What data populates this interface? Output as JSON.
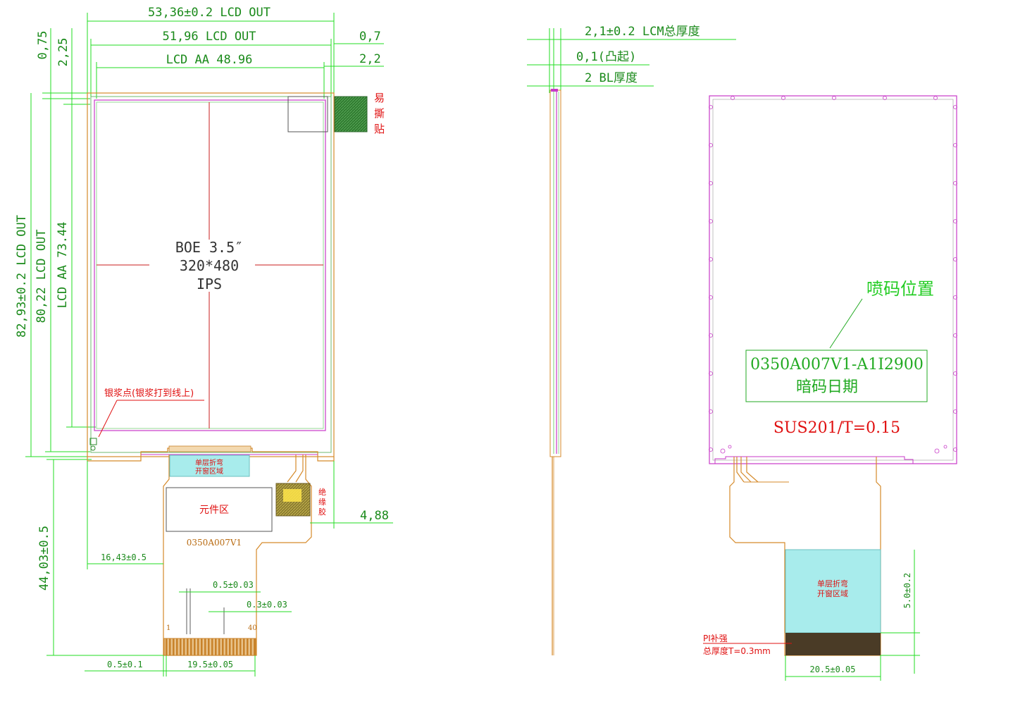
{
  "front_view": {
    "dims": {
      "width_outer": "53,36±0.2  LCD OUT",
      "width_lcd": "51,96 LCD OUT",
      "width_aa": "LCD AA 48.96",
      "offset_right_1": "0,7",
      "offset_right_2": "2,2",
      "offset_top_1": "0,75",
      "offset_top_2": "2,25",
      "height_outer": "82,93±0.2 LCD OUT",
      "height_lcd": "80,22 LCD OUT",
      "height_aa": "LCD AA 73.44",
      "fpc_length": "44,03±0.5",
      "fpc_right": "4,88",
      "fpc_offset": "16,43±0.5",
      "pin_width": "0.5±0.03",
      "pin_gap": "0.3±0.03",
      "pin_edge": "0.5±0.1",
      "pin_span": "19.5±0.05"
    },
    "panel_text": {
      "line1": "BOE 3.5″",
      "line2": "320*480",
      "line3": "IPS"
    },
    "labels": {
      "tear_tab_1": "易",
      "tear_tab_2": "撕",
      "tear_tab_3": "贴",
      "silver_point": "银浆点(银浆打到线上)",
      "bend_window_1": "单层折弯",
      "bend_window_2": "开窗区域",
      "component_area": "元件区",
      "part_no": "0350A007V1",
      "insulation_1": "绝",
      "insulation_2": "缘",
      "insulation_3": "胶",
      "pin_first": "1",
      "pin_last": "40"
    }
  },
  "side_view": {
    "thickness_total": "2,1±0.2 LCM总厚度",
    "bump": "0,1(凸起)",
    "bl_thickness": "2 BL厚度"
  },
  "back_view": {
    "code_position": "喷码位置",
    "code_line1": "0350A007V1-A1I2900",
    "code_line2": "暗码日期",
    "material": "SUS201/T=0.15",
    "bend_window_1": "单层折弯",
    "bend_window_2": "开窗区域",
    "pi_stiffener_1": "PI补强",
    "pi_stiffener_2": "总厚度T=0.3mm",
    "tail_dim": "5.0±0.2",
    "tail_width": "20.5±0.05"
  },
  "colors": {
    "dimension": "#22dd22",
    "outline": "#d58a2a",
    "panel": "#c83ac8",
    "crosshair": "#c81e1e",
    "stiffener": "#4a3b26",
    "window": "#a8ecec"
  }
}
